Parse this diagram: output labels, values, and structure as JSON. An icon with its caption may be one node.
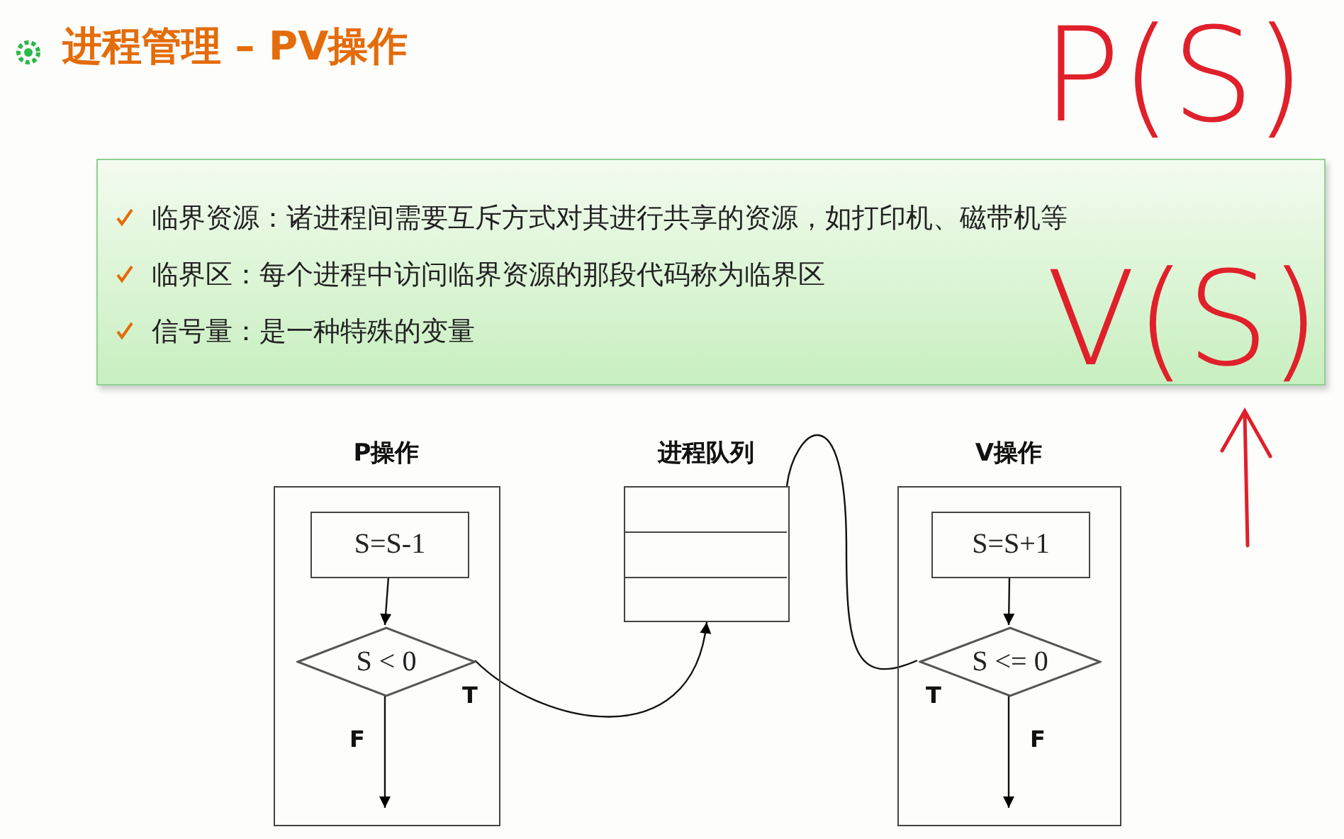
{
  "diagram": {
    "title": "进程管理 – PV操作",
    "nodes": [
      {
        "text": [
          "临界资源：诸进程间需要互斥方式对其进行共享的资源，如打印机、磁带机等",
          "临界区：每个进程中访问临界资源的那段代码称为临界区",
          "信号量：是一种特殊的变量"
        ]
      },
      {
        "text": [
          "P操作"
        ]
      },
      {
        "text": [
          "S=S-1"
        ],
        "in": 1
      },
      {
        "text": [
          "S < 0"
        ],
        "in": 1
      },
      {
        "text": [
          "进程队列"
        ]
      },
      {
        "text": [
          "V操作"
        ]
      },
      {
        "text": [
          "S=S+1"
        ],
        "in": 5
      },
      {
        "text": [
          "S <= 0"
        ],
        "in": 5
      }
    ],
    "edges": [
      {
        "from": 2,
        "to": 3,
        "arrow": "to"
      },
      {
        "from": 3,
        "to": null,
        "arrow": "to",
        "label": "F"
      },
      {
        "from": 3,
        "to": 4,
        "arrow": "to",
        "label": "T"
      },
      {
        "from": 6,
        "to": 7,
        "arrow": "to"
      },
      {
        "from": 7,
        "to": null,
        "arrow": "to",
        "label": "F"
      },
      {
        "from": 7,
        "to": 4,
        "arrow": "none",
        "label": "T"
      }
    ],
    "labels": [
      "P(S)",
      "V(S)"
    ]
  }
}
